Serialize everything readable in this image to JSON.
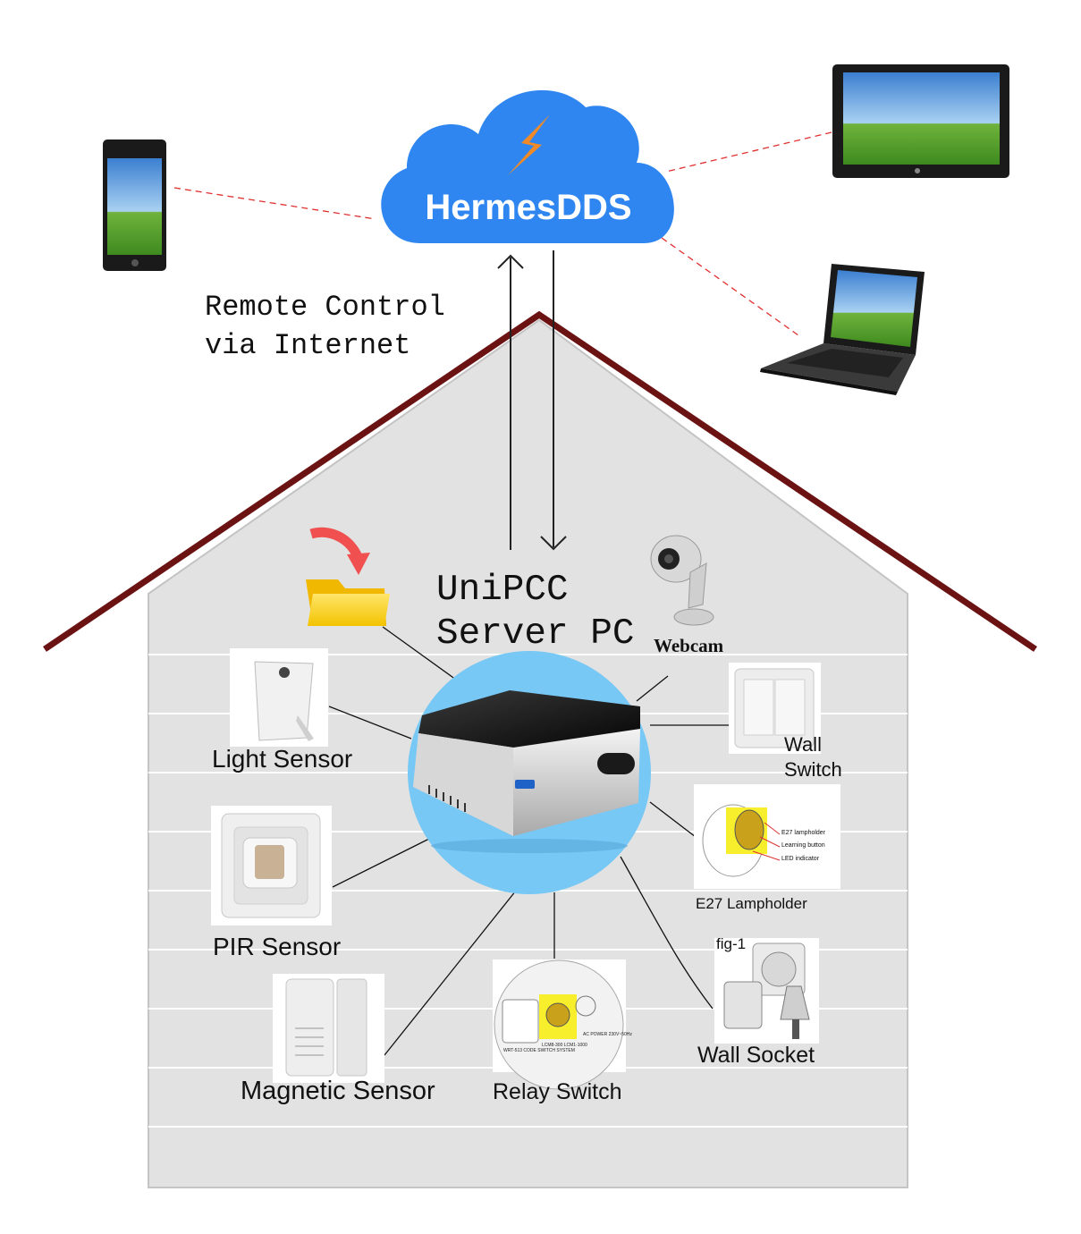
{
  "cloud": {
    "label": "HermesDDS",
    "color": "#2f86f0"
  },
  "remote": {
    "line1": "Remote Control",
    "line2": "via Internet"
  },
  "server": {
    "line1": "UniPCC",
    "line2": "Server PC",
    "circle_color": "#77c8f5"
  },
  "house": {
    "roof_color": "#6b1212",
    "wall_color": "#e2e2e2"
  },
  "link_color": "#e03030",
  "devices": {
    "light_sensor": "Light Sensor",
    "pir_sensor": "PIR Sensor",
    "magnetic_sensor": "Magnetic Sensor",
    "relay_switch": "Relay Switch",
    "wall_socket": "Wall Socket",
    "wall_socket_fig": "fig-1",
    "e27_lampholder": "E27 Lampholder",
    "wall_switch_1": "Wall",
    "wall_switch_2": "Switch",
    "webcam": "Webcam"
  },
  "e27_callouts": [
    "E27 lampholder",
    "Learning button",
    "LED indicator"
  ],
  "relay_image_text": {
    "left": "WRT-513 CODE SWITCH SYSTEM",
    "mid": "LCM8-300 LCM1-1000",
    "right": "AC POWER 230V~50Hz"
  }
}
